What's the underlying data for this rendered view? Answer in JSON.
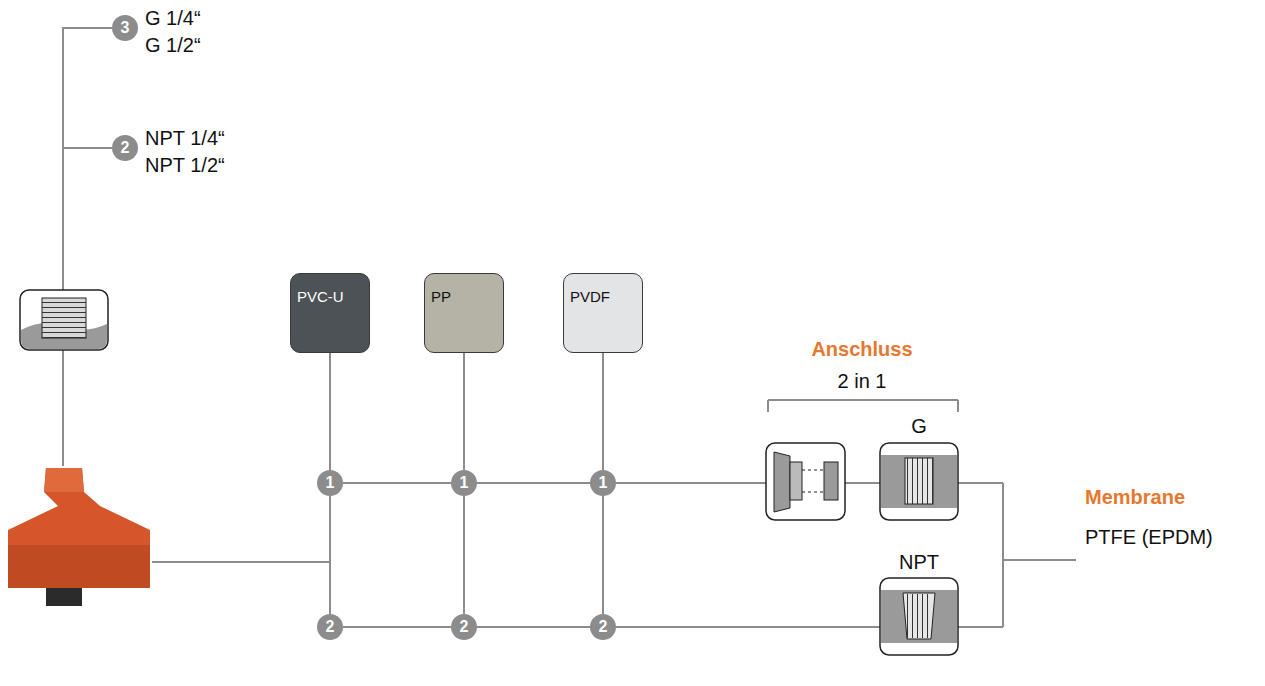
{
  "diagram": {
    "nodes": [
      {
        "text": [
          "PVC-U"
        ]
      },
      {
        "text": [
          "PP"
        ]
      },
      {
        "text": [
          "PVDF"
        ]
      },
      {
        "text": [
          "1"
        ]
      },
      {
        "text": [
          "1"
        ]
      },
      {
        "text": [
          "1"
        ]
      },
      {
        "text": [
          "2"
        ]
      },
      {
        "text": [
          "2"
        ]
      },
      {
        "text": [
          "2"
        ]
      },
      {
        "text": [
          "3"
        ]
      },
      {
        "text": [
          "2"
        ]
      }
    ],
    "edges": [
      {
        "from": 0,
        "to": 3,
        "arrow": "none"
      },
      {
        "from": 3,
        "to": 6,
        "arrow": "none"
      },
      {
        "from": 1,
        "to": 4,
        "arrow": "none"
      },
      {
        "from": 4,
        "to": 7,
        "arrow": "none"
      },
      {
        "from": 2,
        "to": 5,
        "arrow": "none"
      },
      {
        "from": 5,
        "to": 8,
        "arrow": "none"
      },
      {
        "from": 3,
        "to": 4,
        "arrow": "none"
      },
      {
        "from": 4,
        "to": 5,
        "arrow": "none"
      },
      {
        "from": 6,
        "to": 7,
        "arrow": "none"
      },
      {
        "from": 7,
        "to": 8,
        "arrow": "none"
      },
      {
        "from": 9,
        "to": 10,
        "arrow": "none"
      }
    ],
    "labels": [
      "G 1/4“",
      "G 1/2“",
      "NPT 1/4“",
      "NPT 1/2“",
      "Anschluss",
      "2 in 1",
      "G",
      "NPT",
      "Membrane",
      "PTFE (EPDM)"
    ]
  }
}
